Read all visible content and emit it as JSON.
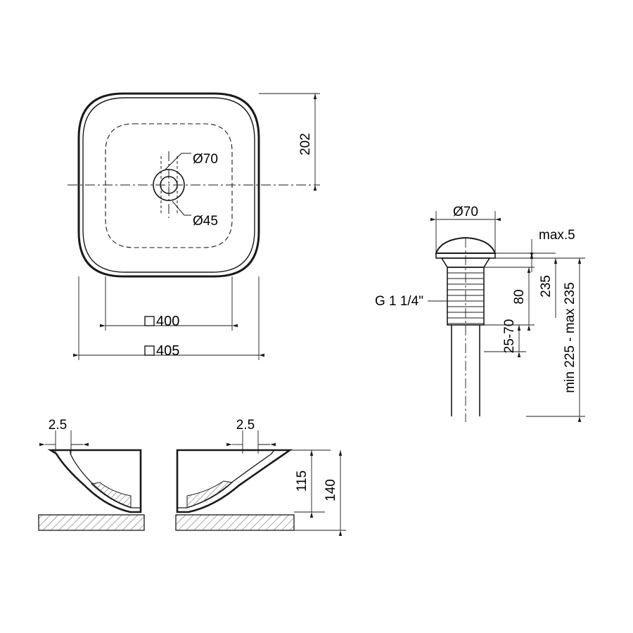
{
  "drawing": {
    "title": "washbasin-technical-drawing",
    "stroke_color": "#1a1a1a",
    "dim_color": "#1a1a1a",
    "hatch_color": "#555555"
  },
  "top_view": {
    "name": "top-view-of-basin",
    "labels": {
      "drain_outer": "Ø70",
      "drain_inner": "Ø45",
      "depth_dim": "202",
      "width_inner": "400",
      "width_outer": "405",
      "square_symbol": "□"
    }
  },
  "side_view": {
    "name": "side-section-view",
    "labels": {
      "wall_left": "2.5",
      "wall_right": "2.5",
      "inner_height": "115",
      "total_height": "140"
    }
  },
  "drain_detail": {
    "name": "drain-valve-detail",
    "labels": {
      "cap_diameter": "Ø70",
      "max_thickness": "max.5",
      "thread_size": "G 1 1/4\"",
      "body_height": "80",
      "adjust_range": "25-70",
      "overall_range": "min 225 - max 235",
      "total_dim": "235"
    }
  }
}
